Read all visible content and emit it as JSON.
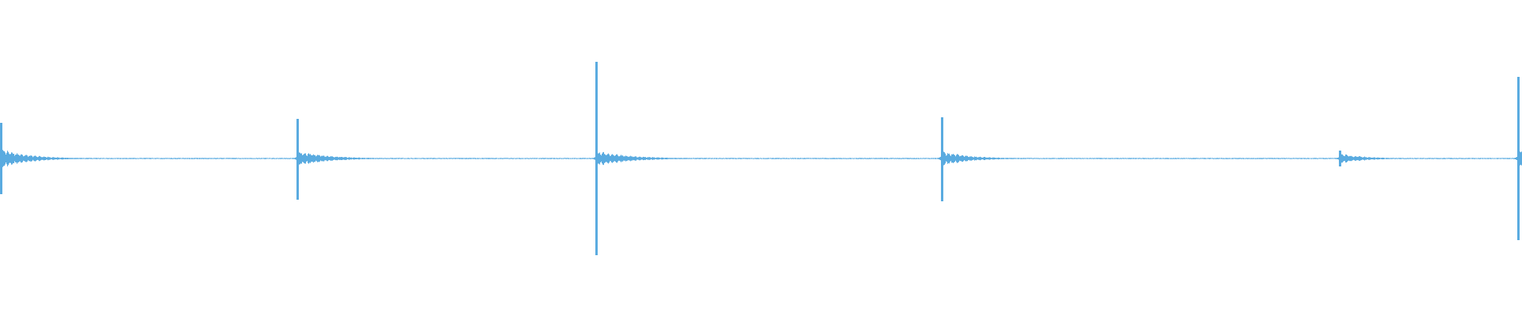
{
  "waveform": {
    "color": "#5aabe0",
    "background": "#ffffff",
    "duration": 1.0,
    "amplitude_range": [
      -1,
      1
    ],
    "transients": [
      {
        "time": 0.0005,
        "peak_pos": 0.45,
        "peak_neg": 0.45,
        "ringing": 0.13,
        "decay": 0.018
      },
      {
        "time": 0.1955,
        "peak_pos": 0.5,
        "peak_neg": 0.52,
        "ringing": 0.1,
        "decay": 0.02
      },
      {
        "time": 0.3918,
        "peak_pos": 1.22,
        "peak_neg": 1.22,
        "ringing": 0.1,
        "decay": 0.022
      },
      {
        "time": 0.6185,
        "peak_pos": 0.52,
        "peak_neg": 0.54,
        "ringing": 0.1,
        "decay": 0.018
      },
      {
        "time": 0.88,
        "peak_pos": 0.1,
        "peak_neg": 0.1,
        "ringing": 0.07,
        "decay": 0.016
      },
      {
        "time": 0.9975,
        "peak_pos": 1.03,
        "peak_neg": 1.03,
        "ringing": 0.12,
        "decay": 0.012
      }
    ],
    "noise_floor": 0.006
  }
}
